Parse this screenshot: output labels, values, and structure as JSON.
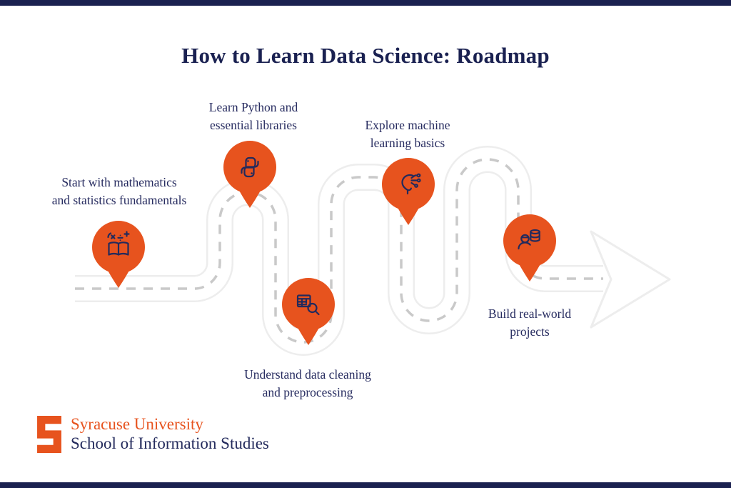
{
  "title": "How to Learn Data Science: Roadmap",
  "steps": [
    {
      "label": "Start with mathematics\nand statistics fundamentals",
      "icon": "math-book-icon"
    },
    {
      "label": "Learn Python and\nessential libraries",
      "icon": "python-icon"
    },
    {
      "label": "Understand data cleaning\nand preprocessing",
      "icon": "data-table-search-icon"
    },
    {
      "label": "Explore machine\nlearning basics",
      "icon": "ai-head-icon"
    },
    {
      "label": "Build real-world\nprojects",
      "icon": "person-database-icon"
    }
  ],
  "footer": {
    "logo_letter": "S",
    "organization": "Syracuse University",
    "school": "School of Information Studies"
  },
  "colors": {
    "navy_text": "#232a5c",
    "title_navy": "#1a2151",
    "pin_orange": "#e7531e",
    "logo_orange": "#e7531e",
    "road_edge": "#ededed",
    "road_dash": "#c9c9c9",
    "edge_bar_navy": "#1b2150",
    "background": "#ffffff"
  }
}
